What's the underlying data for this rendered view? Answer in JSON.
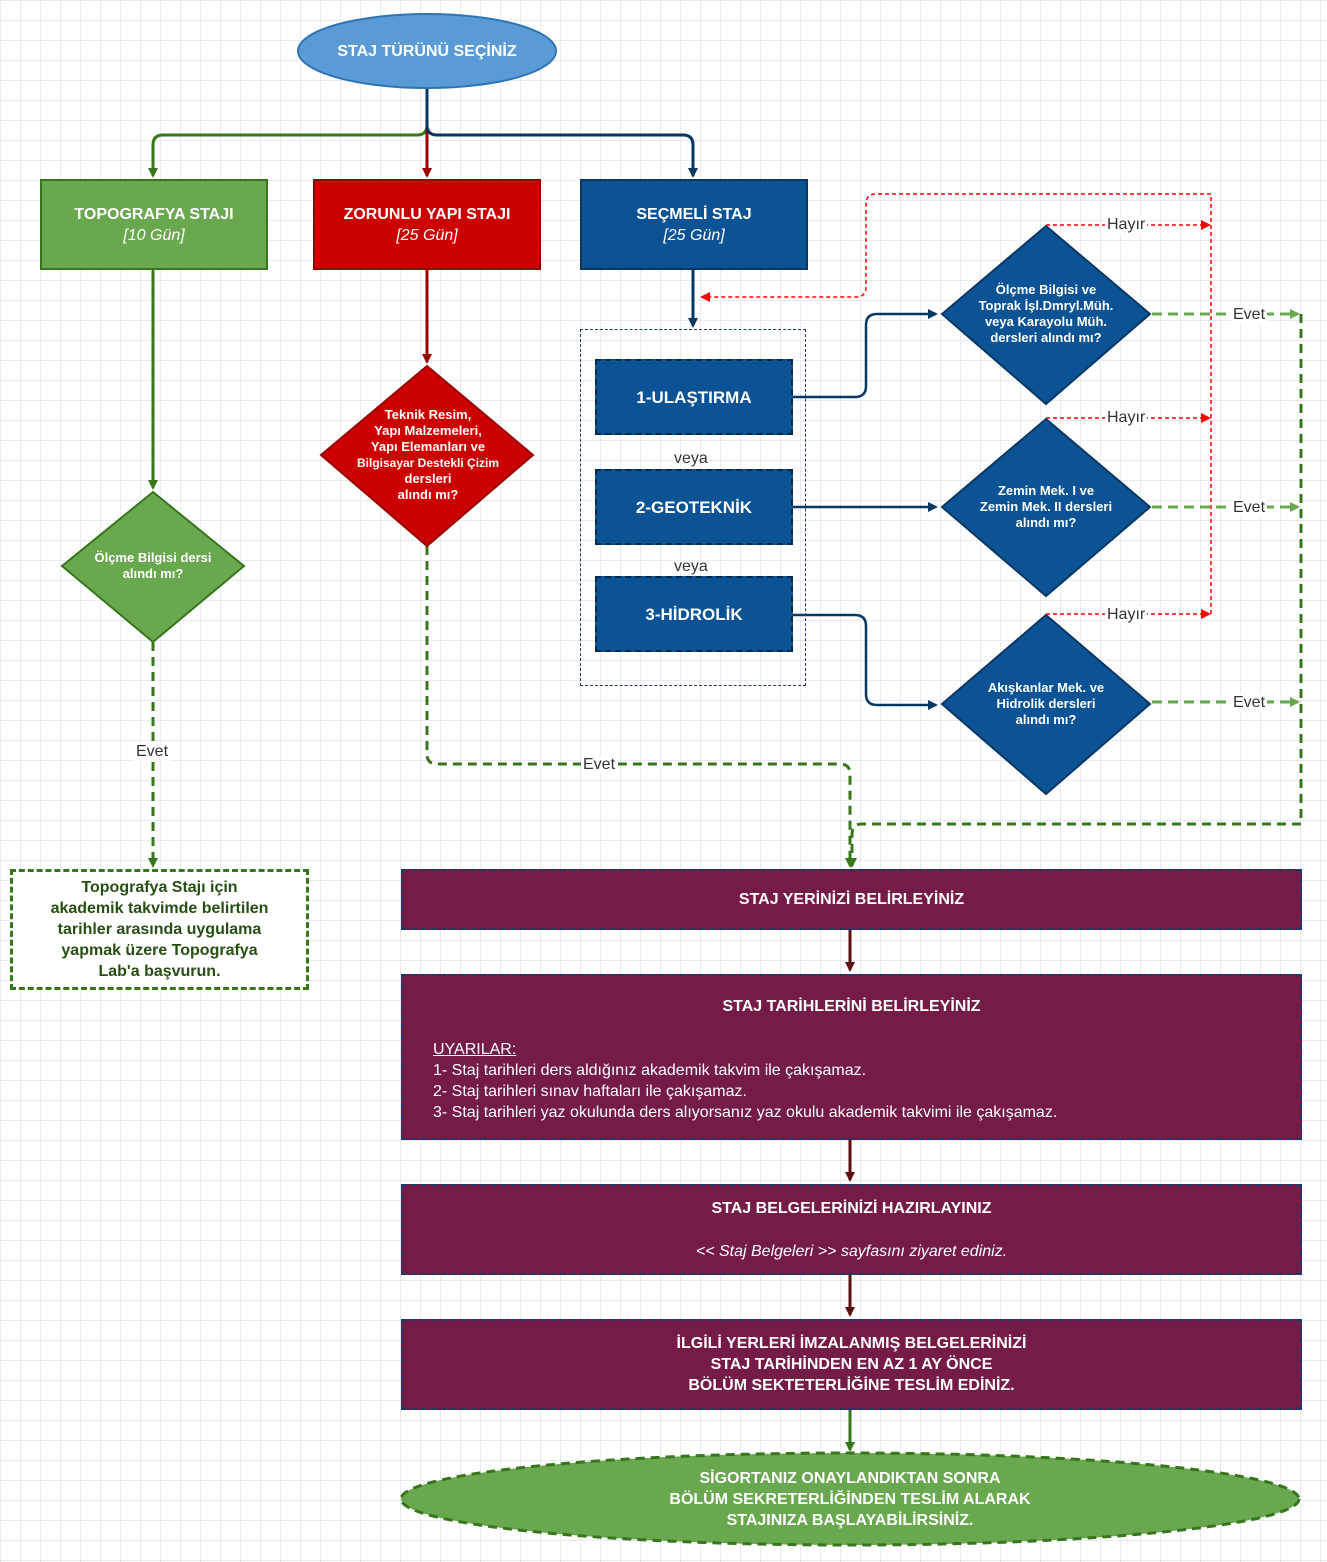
{
  "start": "STAJ TÜRÜNÜ SEÇİNİZ",
  "types": [
    {
      "title": "TOPOGRAFYA STAJI",
      "days": "[10 Gün]"
    },
    {
      "title": "ZORUNLU YAPI STAJI",
      "days": "[25 Gün]"
    },
    {
      "title": "SEÇMELİ STAJ",
      "days": "[25 Gün]"
    }
  ],
  "decisions": {
    "topo": [
      "Ölçme Bilgisi dersi",
      "alındı mı?"
    ],
    "yapi": [
      "Teknik Resim,",
      "Yapı Malzemeleri,",
      "Yapı Elemanları ve",
      "Bilgisayar Destekli Çizim",
      "dersleri",
      "alındı mı?"
    ],
    "ulastirma": [
      "Ölçme Bilgisi ve",
      "Toprak İşl.Dmryl.Müh.",
      "veya Karayolu Müh.",
      "dersleri alındı mı?"
    ],
    "geoteknik": [
      "Zemin Mek. I ve",
      "Zemin Mek. II dersleri",
      "alındı mı?"
    ],
    "hidrolik": [
      "Akışkanlar Mek. ve",
      "Hidrolik dersleri",
      "alındı mı?"
    ]
  },
  "electives": [
    "1-ULAŞTIRMA",
    "2-GEOTEKNİK",
    "3-HİDROLİK"
  ],
  "or_label": "veya",
  "yes_label": "Evet",
  "no_label": "Hayır",
  "topo_note": [
    "Topografya Stajı için",
    "akademik takvimde belirtilen",
    "tarihler arasında uygulama",
    "yapmak üzere Topografya",
    "Lab'a başvurun."
  ],
  "steps": {
    "place": "STAJ YERİNİZİ BELİRLEYİNİZ",
    "dates_title": "STAJ TARİHLERİNİ BELİRLEYİNİZ",
    "warnings_title": "UYARILAR:",
    "warnings": [
      "1- Staj tarihleri ders aldığınız akademik takvim ile çakışamaz.",
      "2- Staj tarihleri sınav haftaları ile çakışamaz.",
      "3- Staj tarihleri yaz okulunda ders alıyorsanız yaz okulu akademik takvimi ile çakışamaz."
    ],
    "docs_title": "STAJ BELGELERİNİZİ HAZIRLAYINIZ",
    "docs_note": "<< Staj Belgeleri >> sayfasını ziyaret ediniz.",
    "submit": [
      "İLGİLİ YERLERİ İMZALANMIŞ BELGELERİNİZİ",
      "STAJ TARİHİNDEN EN AZ 1 AY ÖNCE",
      "BÖLÜM SEKTETERLİĞİNE TESLİM EDİNİZ."
    ],
    "final": [
      "SİGORTANIZ ONAYLANDIKTAN SONRA",
      "BÖLÜM SEKRETERLİĞİNDEN TESLİM ALARAK",
      "STAJINIZA BAŞLAYABİLİRSİNİZ."
    ]
  },
  "colors": {
    "green": "#6aa84f",
    "dark_green": "#38761d",
    "red": "#cc0000",
    "dark_red": "#990000",
    "blue": "#0b5394",
    "dark_blue": "#073763",
    "purple": "#741b47",
    "start_blue": "#5b9bd5"
  }
}
